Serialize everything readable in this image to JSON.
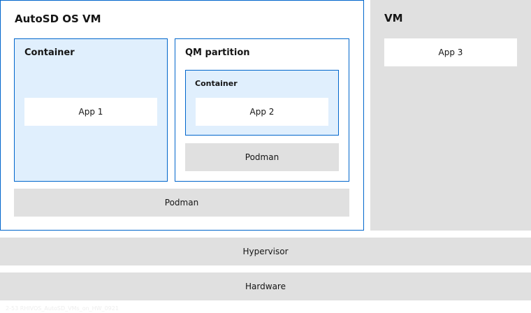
{
  "autosd_vm": {
    "title": "AutoSD OS VM",
    "container": {
      "title": "Container",
      "app": "App 1"
    },
    "qm_partition": {
      "title": "QM partition",
      "container": {
        "title": "Container",
        "app": "App 2"
      },
      "podman": "Podman"
    },
    "podman": "Podman"
  },
  "vm": {
    "title": "VM",
    "app": "App 3"
  },
  "hypervisor": "Hypervisor",
  "hardware": "Hardware",
  "footnote": "2-53 RHIVOS_AutoSD_VMs_on_HW_0921"
}
